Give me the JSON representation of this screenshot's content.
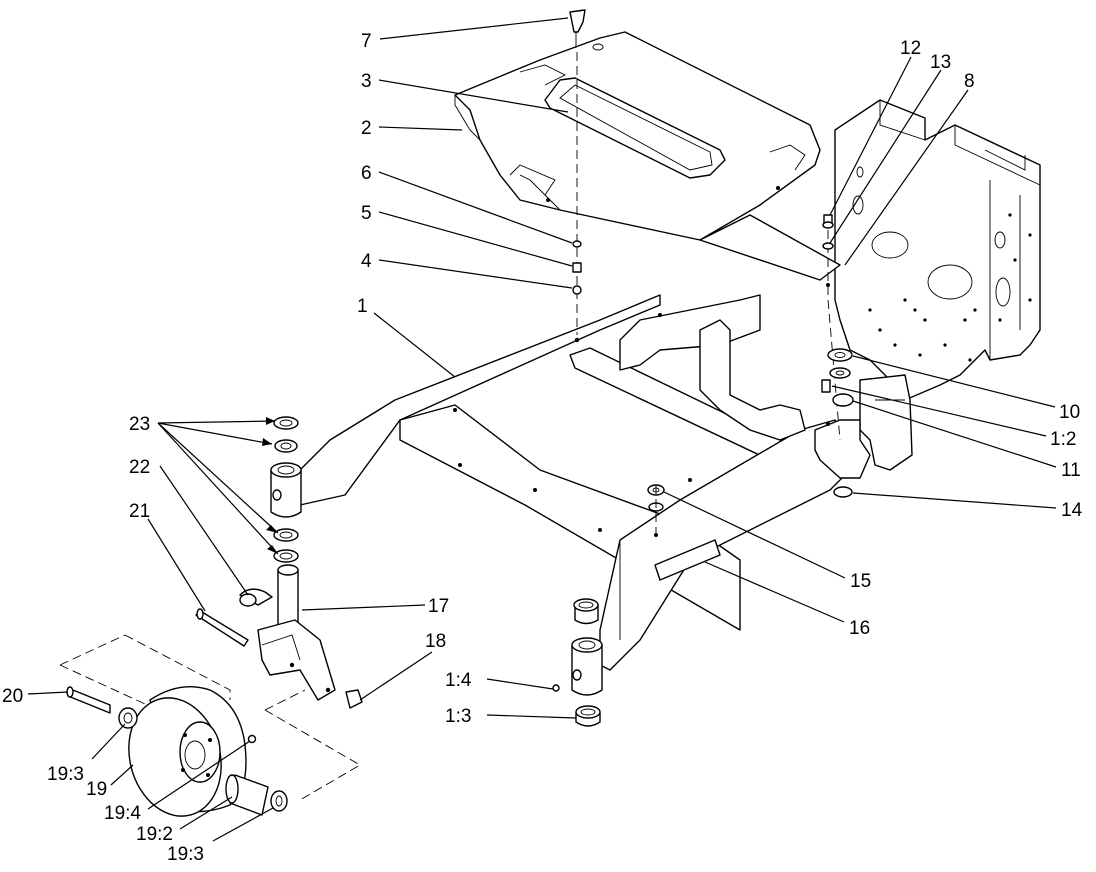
{
  "callouts": {
    "c1": "1",
    "c1_2": "1:2",
    "c1_3": "1:3",
    "c1_4": "1:4",
    "c2": "2",
    "c3": "3",
    "c4": "4",
    "c5": "5",
    "c6": "6",
    "c7": "7",
    "c8": "8",
    "c10": "10",
    "c11": "11",
    "c12": "12",
    "c13": "13",
    "c14": "14",
    "c15": "15",
    "c16": "16",
    "c17": "17",
    "c18": "18",
    "c19": "19",
    "c19_2": "19:2",
    "c19_3a": "19:3",
    "c19_3b": "19:3",
    "c19_4": "19:4",
    "c20": "20",
    "c21": "21",
    "c22": "22",
    "c23": "23"
  }
}
